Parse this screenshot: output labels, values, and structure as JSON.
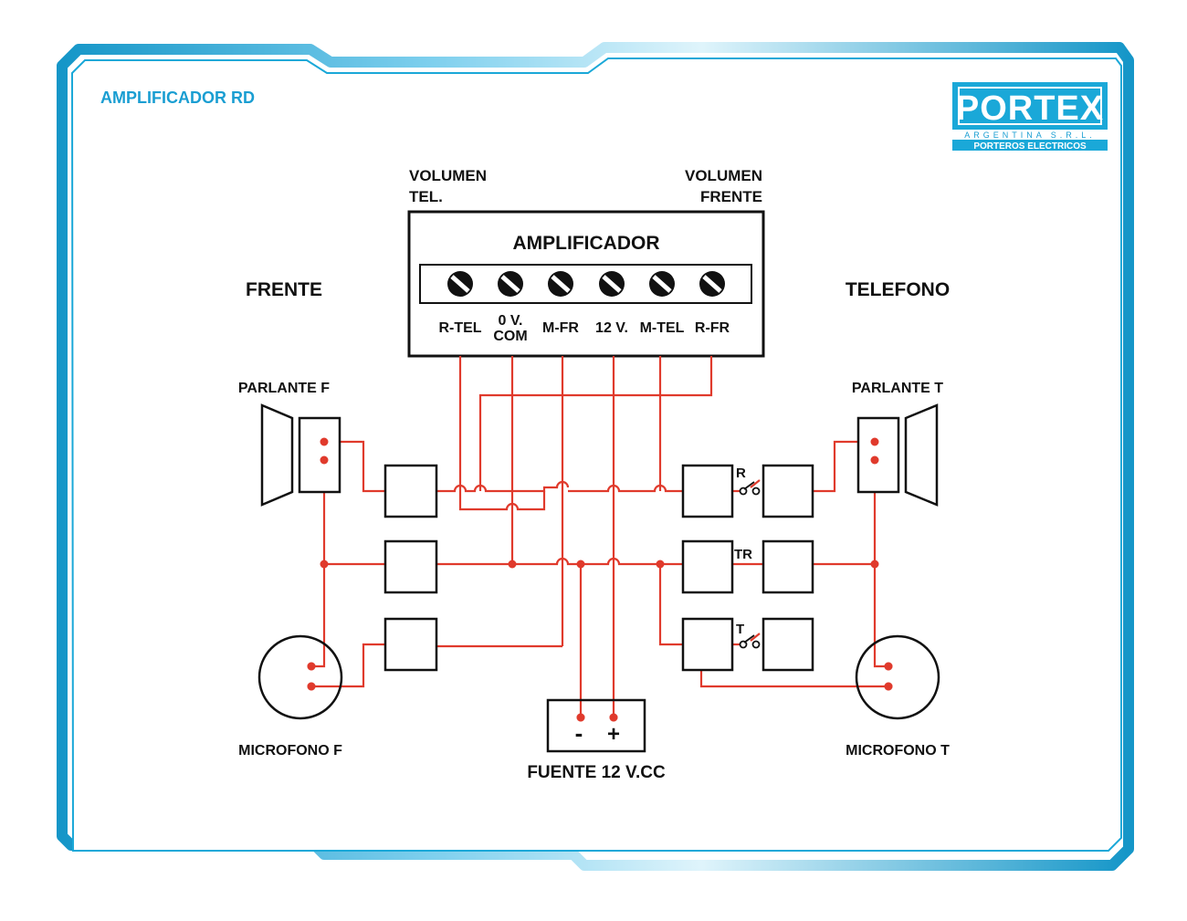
{
  "page": {
    "title": "AMPLIFICADOR RD"
  },
  "logo": {
    "brand": "PORTEX",
    "tagline": "ARGENTINA S.R.L.",
    "subtitle": "PORTEROS ELECTRICOS"
  },
  "amplifier": {
    "title": "AMPLIFICADOR",
    "volume_tel": [
      "VOLUMEN",
      "TEL."
    ],
    "volume_frente": [
      "VOLUMEN",
      "FRENTE"
    ],
    "terminals": [
      {
        "label": "R-TEL"
      },
      {
        "label": "0 V.",
        "label2": "COM"
      },
      {
        "label": "M-FR"
      },
      {
        "label": "12 V."
      },
      {
        "label": "M-TEL"
      },
      {
        "label": "R-FR"
      }
    ]
  },
  "sides": {
    "front": "FRENTE",
    "phone": "TELEFONO"
  },
  "components": {
    "speaker_front": "PARLANTE F",
    "speaker_phone": "PARLANTE T",
    "mic_front": "MICROFONO F",
    "mic_phone": "MICROFONO T",
    "power_supply": "FUENTE 12 V.CC",
    "ps_minus": "-",
    "ps_plus": "+",
    "relay_r": "R",
    "relay_tr": "TR",
    "relay_t": "T"
  },
  "colors": {
    "frame": "#1aa8d8",
    "frame_light": "#aee3f5",
    "title": "#1a9ed2",
    "wire": "#e03a2c",
    "ink": "#111111"
  }
}
